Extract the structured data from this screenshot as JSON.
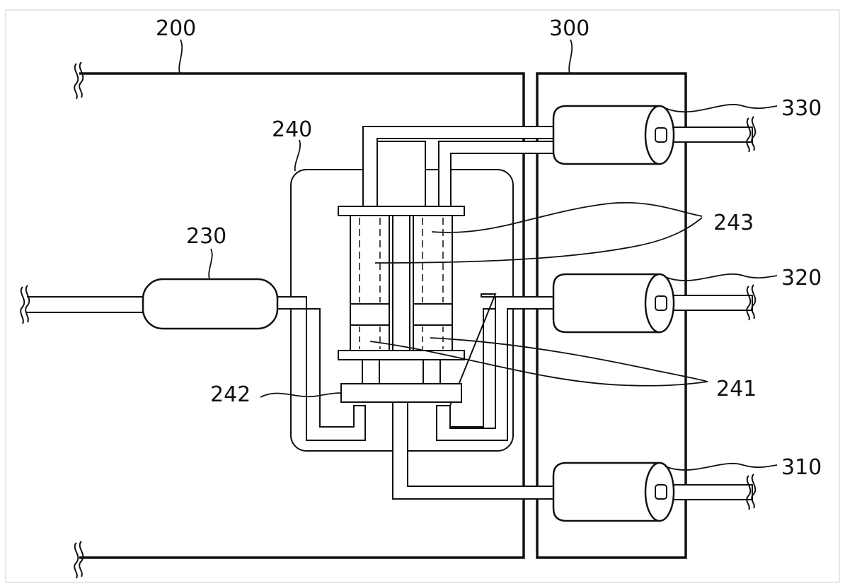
{
  "labels": {
    "l200": "200",
    "l300": "300",
    "l330": "330",
    "l320": "320",
    "l310": "310",
    "l240": "240",
    "l243": "243",
    "l230": "230",
    "l242": "242",
    "l241": "241"
  }
}
